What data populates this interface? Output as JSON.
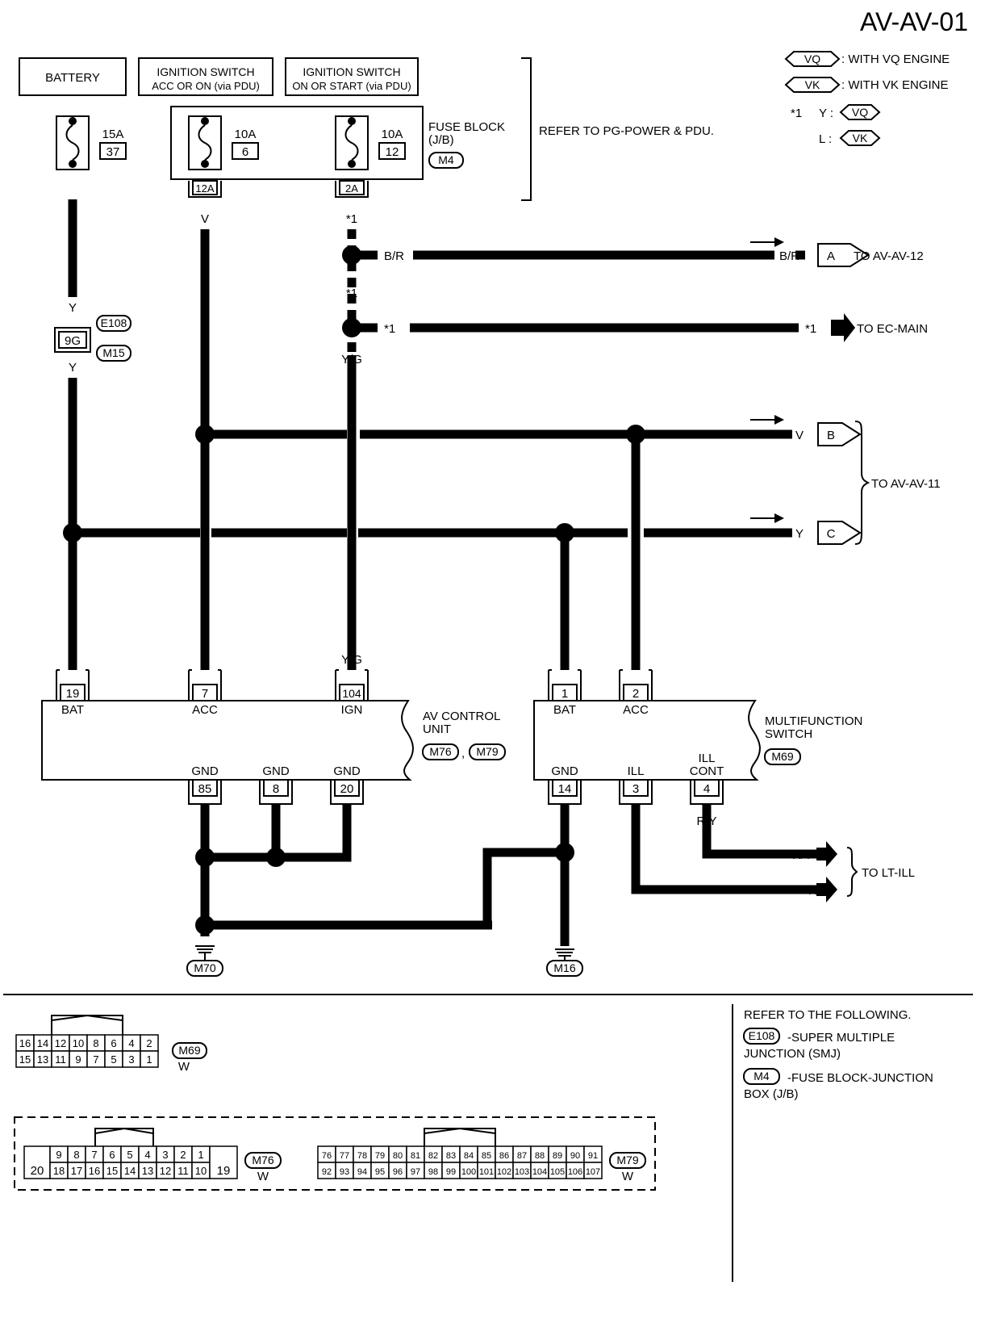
{
  "title": "AV-AV-01",
  "legend": {
    "vq_badge": "VQ",
    "vq_text": ": WITH VQ ENGINE",
    "vk_badge": "VK",
    "vk_text": ": WITH VK ENGINE",
    "star_mark": "*1",
    "y_label": "Y :",
    "l_label": "L :"
  },
  "power": {
    "battery": "BATTERY",
    "ign_acc_line1": "IGNITION SWITCH",
    "ign_acc_line2": "ACC OR ON (via PDU)",
    "ign_on_line1": "IGNITION SWITCH",
    "ign_on_line2": "ON OR START (via PDU)",
    "refer_pg": "REFER TO PG-POWER & PDU."
  },
  "fuses": {
    "f1_amp": "15A",
    "f1_no": "37",
    "f2_amp": "10A",
    "f2_no": "6",
    "f3_amp": "10A",
    "f3_no": "12",
    "fuse_block_line1": "FUSE BLOCK",
    "fuse_block_line2": "(J/B)",
    "fuse_block_conn": "M4",
    "term_12a": "12A",
    "term_2a": "2A"
  },
  "wires": {
    "y": "Y",
    "v": "V",
    "yg": "Y/G",
    "br": "B/R",
    "b": "B",
    "r": "R",
    "ry": "R/Y",
    "star1": "*1"
  },
  "junction": {
    "term": "9G",
    "e108": "E108",
    "m15": "M15"
  },
  "outputs": {
    "a": "A",
    "a_to": "TO AV-AV-12",
    "ec": "TO EC-MAIN",
    "b_letter": "B",
    "c_letter": "C",
    "bc_to": "TO AV-AV-11",
    "lt_ill": "TO LT-ILL"
  },
  "av_unit": {
    "line1": "AV CONTROL",
    "line2": "UNIT",
    "conn1": "M76",
    "sep": ",",
    "conn2": "M79",
    "pins_top": [
      {
        "num": "19",
        "label": "BAT"
      },
      {
        "num": "7",
        "label": "ACC"
      },
      {
        "num": "104",
        "label": "IGN"
      }
    ],
    "pins_bottom": [
      {
        "num": "85",
        "label": "GND"
      },
      {
        "num": "8",
        "label": "GND"
      },
      {
        "num": "20",
        "label": "GND"
      }
    ]
  },
  "mf_switch": {
    "line1": "MULTIFUNCTION",
    "line2": "SWITCH",
    "conn": "M69",
    "pins_top": [
      {
        "num": "1",
        "label": "BAT"
      },
      {
        "num": "2",
        "label": "ACC"
      }
    ],
    "pins_bottom": [
      {
        "num": "14",
        "label": "GND"
      },
      {
        "num": "3",
        "label": "ILL"
      },
      {
        "num": "4",
        "label": "ILL",
        "label2": "CONT"
      }
    ]
  },
  "grounds": {
    "g1": "M70",
    "g2": "M16"
  },
  "connectors": {
    "m69": {
      "id": "M69",
      "color": "W",
      "rows": [
        [
          "16",
          "14",
          "12",
          "10",
          "8",
          "6",
          "4",
          "2"
        ],
        [
          "15",
          "13",
          "11",
          "9",
          "7",
          "5",
          "3",
          "1"
        ]
      ]
    },
    "m76": {
      "id": "M76",
      "color": "W",
      "left": "20",
      "right": "19",
      "rows": [
        [
          "9",
          "8",
          "7",
          "6",
          "5",
          "4",
          "3",
          "2",
          "1"
        ],
        [
          "18",
          "17",
          "16",
          "15",
          "14",
          "13",
          "12",
          "11",
          "10"
        ]
      ]
    },
    "m79": {
      "id": "M79",
      "color": "W",
      "rows": [
        [
          "76",
          "77",
          "78",
          "79",
          "80",
          "81",
          "82",
          "83",
          "84",
          "85",
          "86",
          "87",
          "88",
          "89",
          "90",
          "91"
        ],
        [
          "92",
          "93",
          "94",
          "95",
          "96",
          "97",
          "98",
          "99",
          "100",
          "101",
          "102",
          "103",
          "104",
          "105",
          "106",
          "107"
        ]
      ]
    }
  },
  "refer": {
    "heading": "REFER TO THE FOLLOWING.",
    "e108": "E108",
    "e108_text1": "-SUPER MULTIPLE",
    "e108_text2": "JUNCTION (SMJ)",
    "m4": "M4",
    "m4_text1": "-FUSE BLOCK-JUNCTION",
    "m4_text2": "BOX (J/B)"
  }
}
